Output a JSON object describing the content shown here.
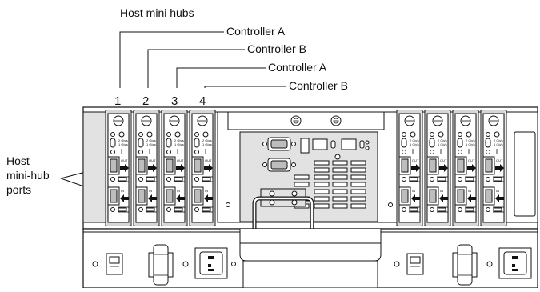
{
  "labels": {
    "host_mini_hubs": "Host mini hubs",
    "controller_a_1": "Controller A",
    "controller_b_2": "Controller B",
    "controller_a_3": "Controller A",
    "controller_b_4": "Controller B",
    "host_ports_line1": "Host",
    "host_ports_line2": "mini-hub",
    "host_ports_line3": "ports"
  },
  "hub_numbers": [
    "1",
    "2",
    "3",
    "4"
  ],
  "hub_text": {
    "out": "OUT",
    "in": "IN",
    "speed1": "2 Gb/s",
    "speed2": "1 Gb/s"
  },
  "icons": [
    "mini-hub-port-icon",
    "arrow-out-icon",
    "arrow-in-icon",
    "led-icon",
    "power-connector-icon",
    "serial-port-icon",
    "power-switch-icon",
    "thumbscrew-icon",
    "handle-icon"
  ]
}
